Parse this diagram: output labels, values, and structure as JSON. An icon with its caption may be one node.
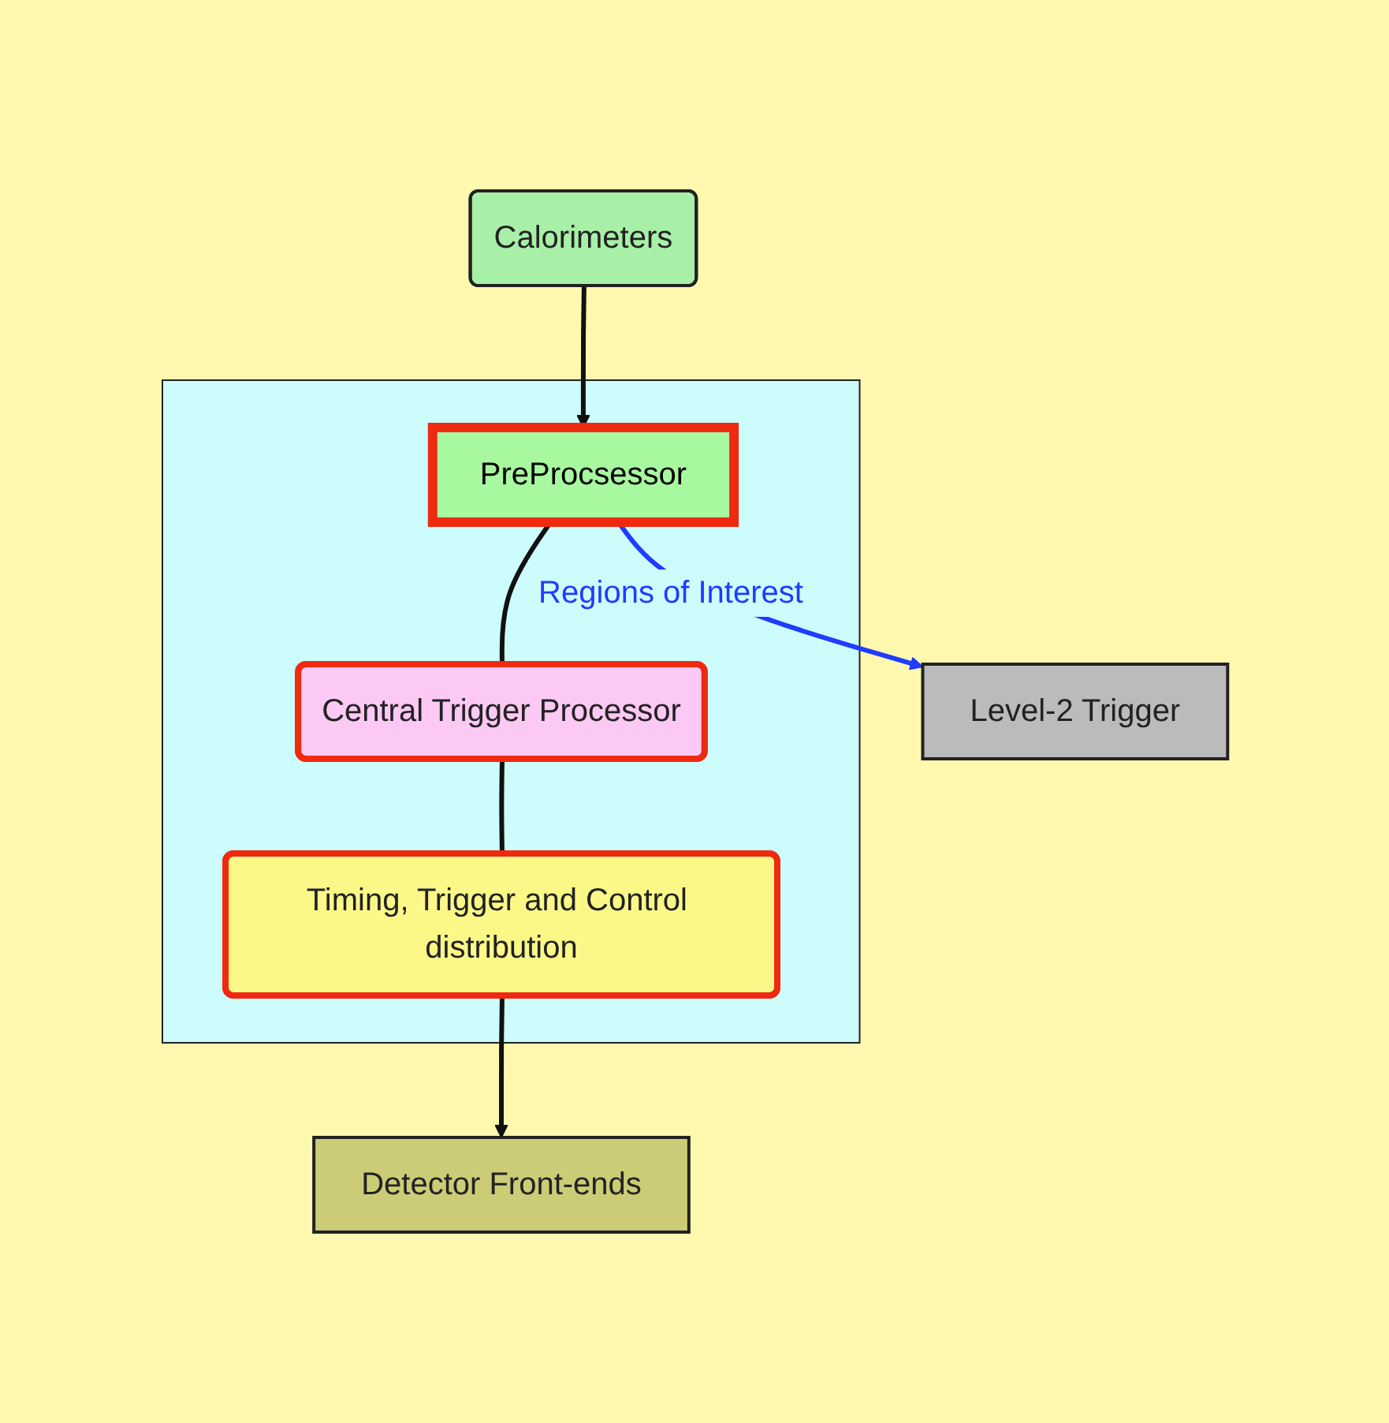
{
  "diagram": {
    "nodes": [
      {
        "text": [
          "Calorimeters"
        ]
      },
      {
        "text": [],
        "shape": "box"
      },
      {
        "text": [
          "PreProcsessor"
        ],
        "in": 1
      },
      {
        "text": [
          "Central Trigger Processor"
        ],
        "in": 1
      },
      {
        "text": [
          "Timing, Trigger and Control distribution"
        ],
        "in": 1
      },
      {
        "text": [
          "Detector Front-ends"
        ]
      },
      {
        "text": [
          "Level-2 Trigger"
        ]
      }
    ],
    "edges": [
      {
        "from": 0,
        "to": 2,
        "arrow": "to"
      },
      {
        "from": 2,
        "to": 3,
        "arrow": "none"
      },
      {
        "from": 3,
        "to": 4,
        "arrow": "none"
      },
      {
        "from": 4,
        "to": 5,
        "arrow": "to"
      },
      {
        "from": 2,
        "to": 6,
        "arrow": "to",
        "label": "Regions of Interest",
        "color": "#1f3cff"
      }
    ]
  }
}
